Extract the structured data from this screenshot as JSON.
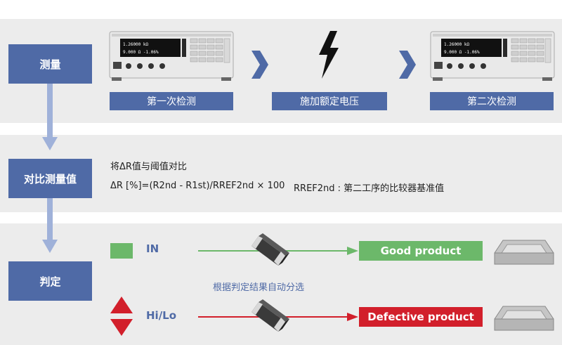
{
  "steps": {
    "measure": "测量",
    "compare": "对比测量值",
    "judge": "判定"
  },
  "row1": {
    "first": "第一次检测",
    "voltage": "施加额定电压",
    "second": "第二次检测"
  },
  "row2": {
    "line1": "将ΔR值与阈值对比",
    "formula": "ΔR [%]=(R2nd - R1st)/RREF2nd × 100",
    "note": "RREF2nd : 第二工序的比较器基准值"
  },
  "row3": {
    "in_label": "IN",
    "hilo_label": "Hi/Lo",
    "sort_caption": "根据判定结果自动分选",
    "good": "Good product",
    "defective": "Defective product"
  },
  "colors": {
    "accent": "#4f6aa6",
    "good": "#6cb86a",
    "bad": "#d21f2b",
    "band": "#ececec",
    "arrow": "#9fb1d9"
  }
}
